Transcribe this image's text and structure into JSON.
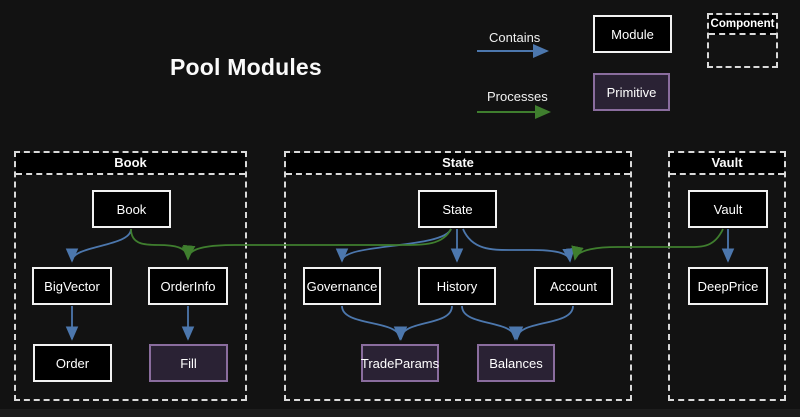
{
  "title": "Pool Modules",
  "legend": {
    "contains": "Contains",
    "processes": "Processes",
    "module": "Module",
    "primitive": "Primitive",
    "component": "Component"
  },
  "colors": {
    "background": "#121212",
    "contains_arrow_blue": "#4c77ad",
    "processes_arrow_green": "#3f7e2e",
    "module_fill": "#000000",
    "module_border": "#f2f2f2",
    "primitive_fill": "#2a2234",
    "primitive_border": "#8a6d9e",
    "container_dash_border": "#d9d9d9"
  },
  "containers": {
    "book": {
      "title": "Book",
      "nodes": {
        "book": "Book",
        "bigvector": "BigVector",
        "orderinfo": "OrderInfo",
        "order": "Order",
        "fill": "Fill"
      }
    },
    "state": {
      "title": "State",
      "nodes": {
        "state": "State",
        "governance": "Governance",
        "history": "History",
        "account": "Account",
        "tradeparams": "TradeParams",
        "balances": "Balances"
      }
    },
    "vault": {
      "title": "Vault",
      "nodes": {
        "vault": "Vault",
        "deepprice": "DeepPrice"
      }
    }
  },
  "node_types": {
    "module": [
      "Book",
      "BigVector",
      "OrderInfo",
      "Order",
      "State",
      "Governance",
      "History",
      "Account",
      "Vault",
      "DeepPrice"
    ],
    "primitive": [
      "Fill",
      "TradeParams",
      "Balances"
    ]
  },
  "edges": [
    {
      "from": "Book",
      "to": "BigVector",
      "type": "contains"
    },
    {
      "from": "BigVector",
      "to": "Order",
      "type": "contains"
    },
    {
      "from": "OrderInfo",
      "to": "Fill",
      "type": "contains"
    },
    {
      "from": "Book",
      "to": "OrderInfo",
      "type": "processes"
    },
    {
      "from": "State",
      "to": "OrderInfo",
      "type": "processes"
    },
    {
      "from": "State",
      "to": "Governance",
      "type": "contains"
    },
    {
      "from": "State",
      "to": "History",
      "type": "contains"
    },
    {
      "from": "State",
      "to": "Account",
      "type": "contains"
    },
    {
      "from": "Governance",
      "to": "TradeParams",
      "type": "contains"
    },
    {
      "from": "History",
      "to": "TradeParams",
      "type": "contains"
    },
    {
      "from": "History",
      "to": "Balances",
      "type": "contains"
    },
    {
      "from": "Account",
      "to": "Balances",
      "type": "contains"
    },
    {
      "from": "Vault",
      "to": "DeepPrice",
      "type": "contains"
    },
    {
      "from": "Vault",
      "to": "Account",
      "type": "processes"
    }
  ]
}
